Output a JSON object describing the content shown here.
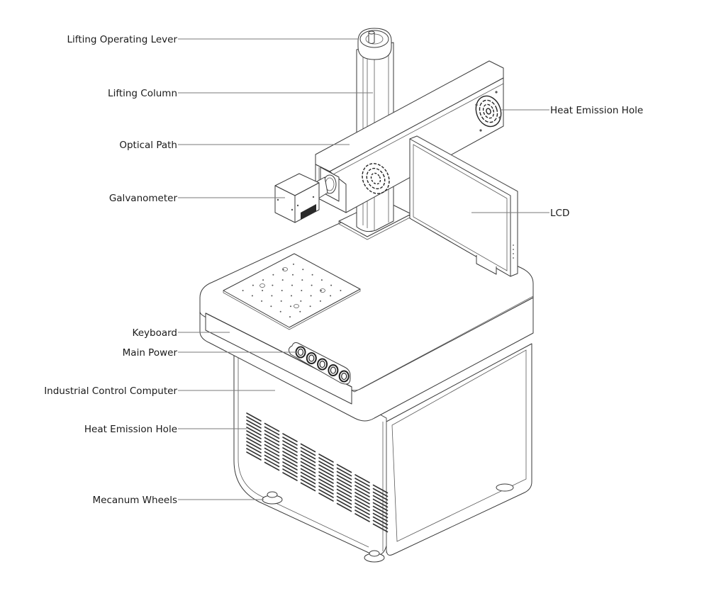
{
  "diagram": {
    "title": "",
    "background": "#ffffff",
    "line_color": "#3a3a3a",
    "leader_color": "#7a7a7a",
    "labels_left": [
      {
        "id": "lifting-operating-lever",
        "text": "Lifting Operating Lever"
      },
      {
        "id": "lifting-column",
        "text": "Lifting Column"
      },
      {
        "id": "optical-path",
        "text": "Optical Path"
      },
      {
        "id": "galvanometer",
        "text": "Galvanometer"
      },
      {
        "id": "keyboard",
        "text": "Keyboard"
      },
      {
        "id": "main-power",
        "text": "Main Power"
      },
      {
        "id": "industrial-control-computer",
        "text": "Industrial Control Computer"
      },
      {
        "id": "heat-emission-hole-lower",
        "text": "Heat Emission Hole"
      },
      {
        "id": "mecanum-wheels",
        "text": "Mecanum Wheels"
      }
    ],
    "labels_right": [
      {
        "id": "heat-emission-hole-upper",
        "text": "Heat Emission Hole"
      },
      {
        "id": "lcd",
        "text": "LCD"
      }
    ]
  }
}
